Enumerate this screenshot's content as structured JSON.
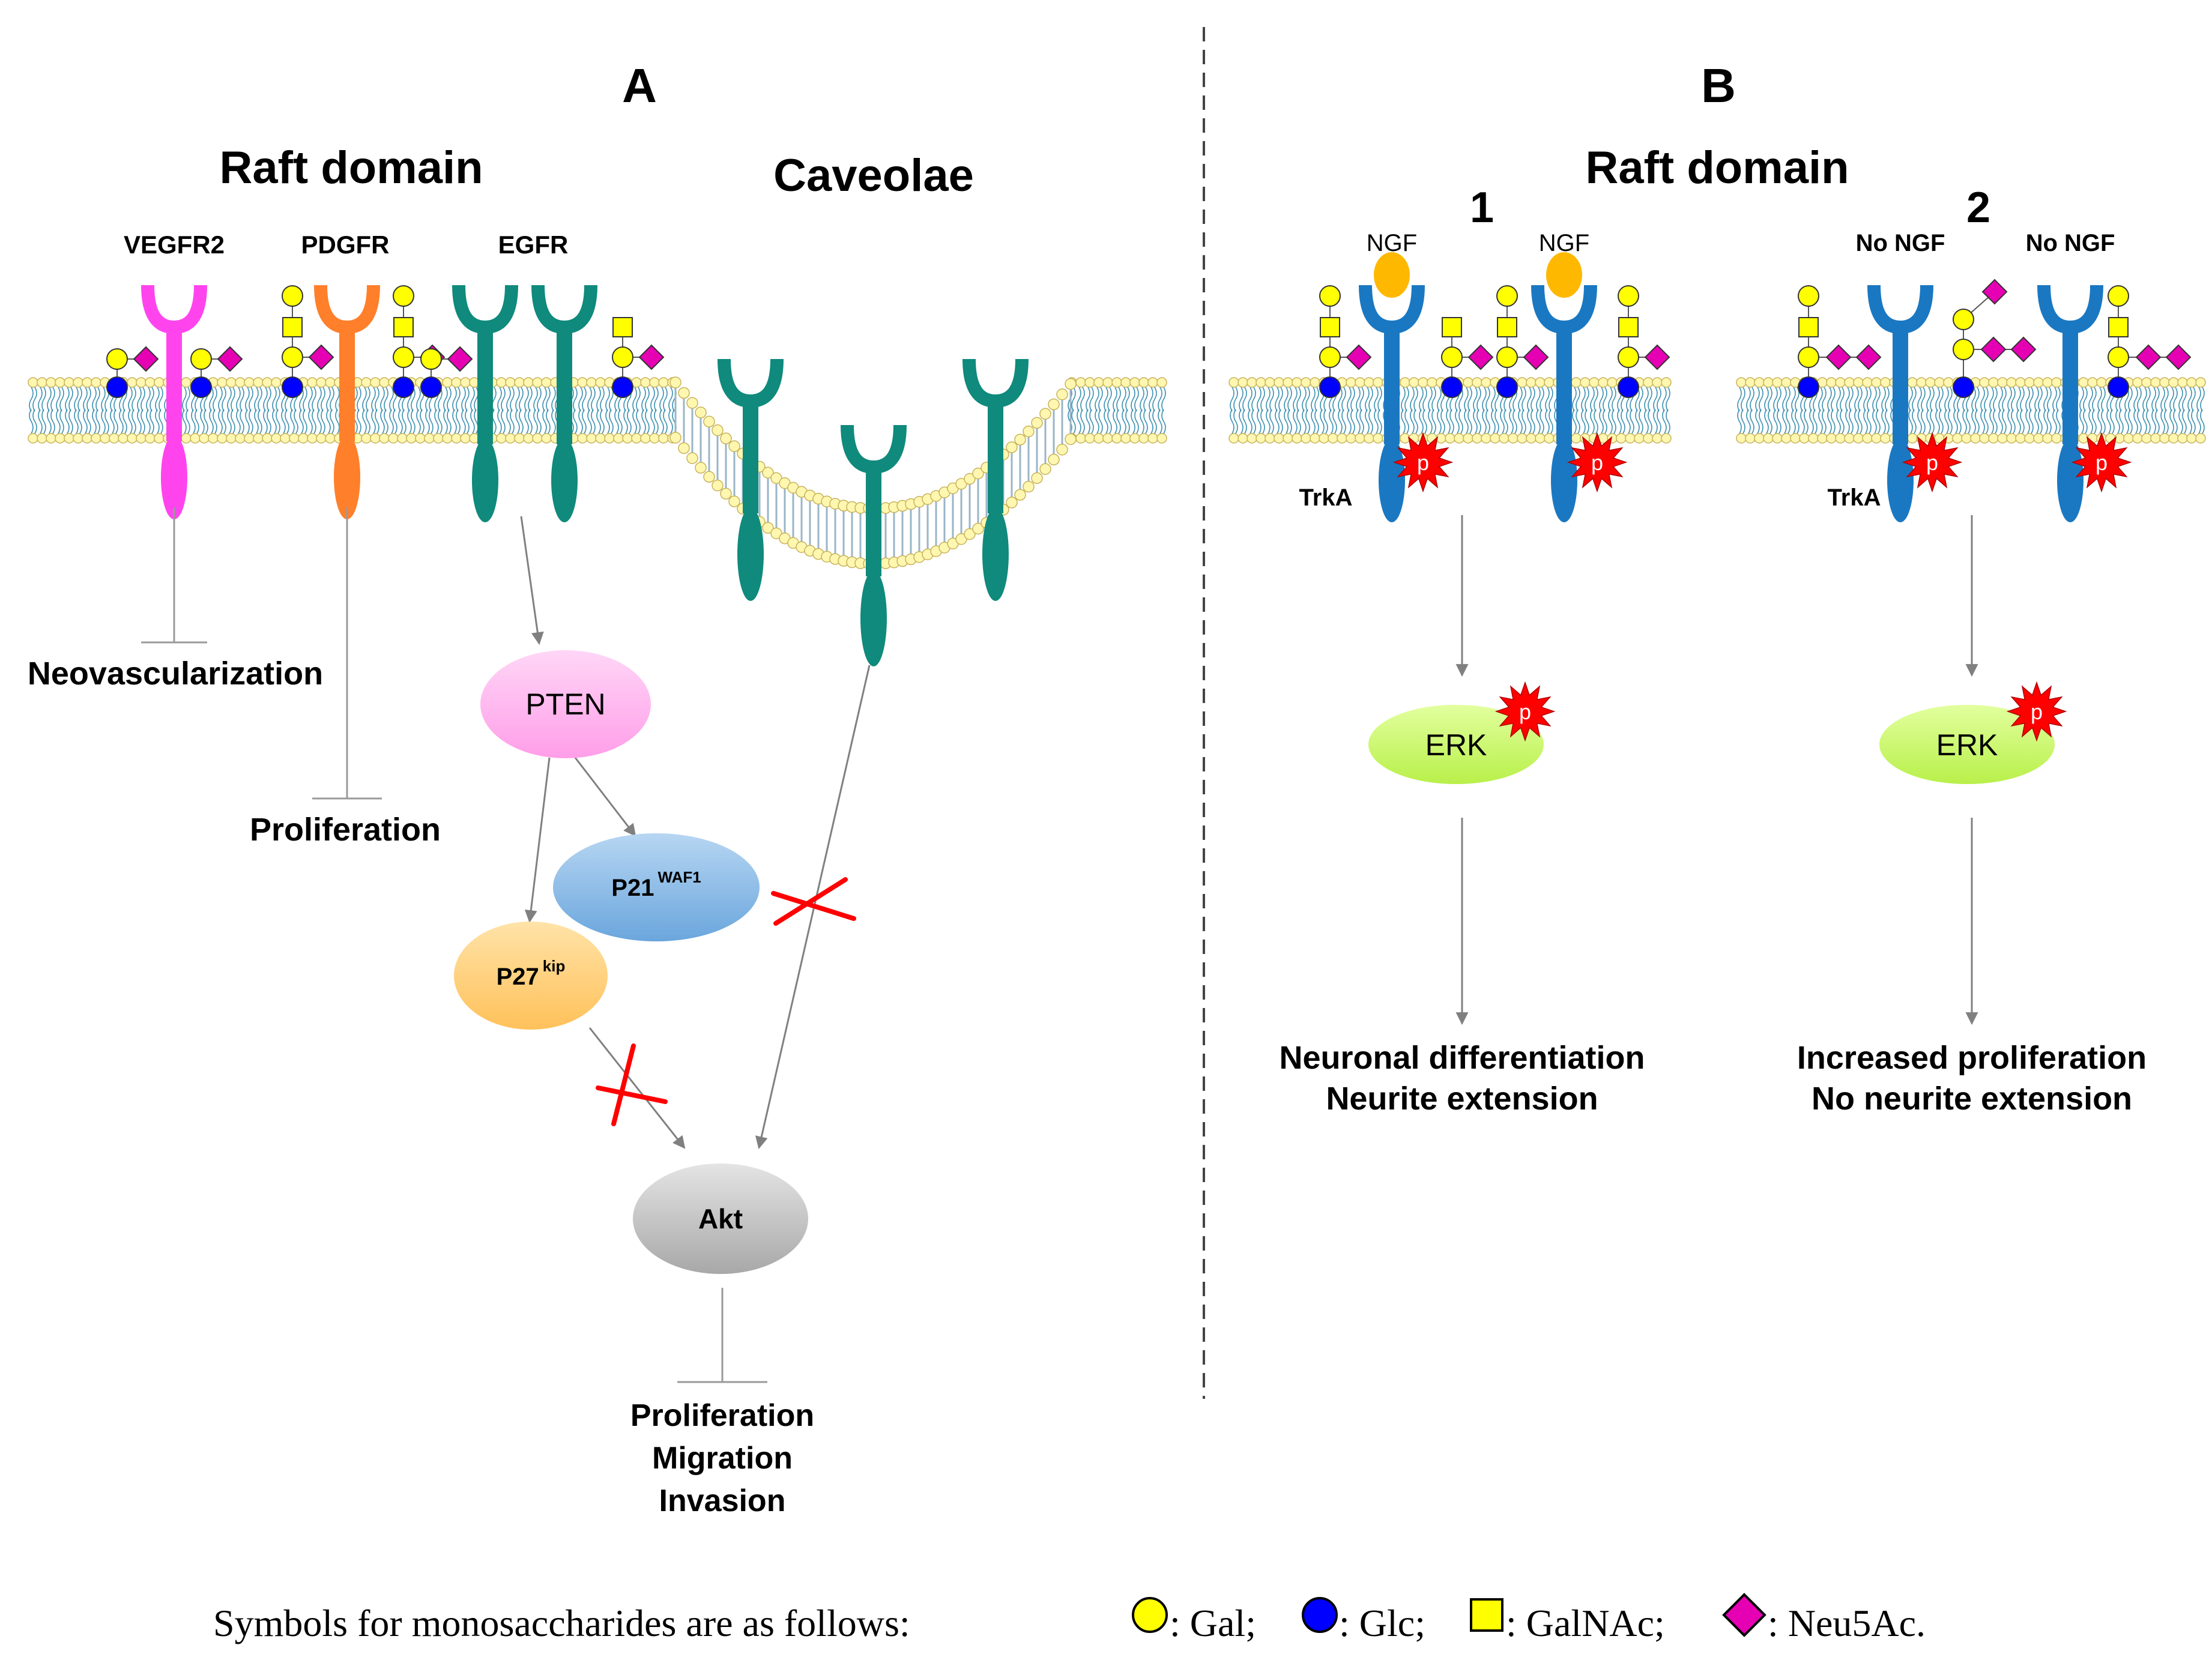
{
  "panels": {
    "a": {
      "letter": "A",
      "raft_title": "Raft domain",
      "caveolae_title": "Caveolae",
      "receptors": {
        "vegfr2": "VEGFR2",
        "pdgfr": "PDGFR",
        "egfr": "EGFR"
      },
      "outcomes": {
        "neovascularization": "Neovascularization",
        "proliferation": "Proliferation"
      },
      "nodes": {
        "pten": "PTEN",
        "p21": "P21",
        "p21_sup": "WAF1",
        "p27": "P27",
        "p27_sup": "kip",
        "akt": "Akt"
      },
      "akt_outcomes": [
        "Proliferation",
        "Migration",
        "Invasion"
      ]
    },
    "b": {
      "letter": "B",
      "raft_title": "Raft domain",
      "sub1": {
        "number": "1",
        "ligands": [
          "NGF",
          "NGF"
        ],
        "receptor": "TrkA",
        "erk": "ERK",
        "phospho": "p",
        "outcomes": [
          "Neuronal differentiation",
          "Neurite extension"
        ]
      },
      "sub2": {
        "number": "2",
        "ligands": [
          "No NGF",
          "No NGF"
        ],
        "receptor": "TrkA",
        "erk": "ERK",
        "phospho": "p",
        "outcomes": [
          "Increased proliferation",
          "No neurite extension"
        ]
      }
    }
  },
  "legend": {
    "prefix": "Symbols for monosaccharides are as follows:",
    "items": [
      {
        "label": ": Gal;",
        "symbol": "circle",
        "color": "#ffff00"
      },
      {
        "label": ": Glc;",
        "symbol": "circle",
        "color": "#0000ff"
      },
      {
        "label": ": GalNAc;",
        "symbol": "square",
        "color": "#ffff00"
      },
      {
        "label": ": Neu5Ac.",
        "symbol": "diamond",
        "color": "#e600b4"
      }
    ]
  },
  "colors": {
    "vegfr2": "#ff44ee",
    "pdgfr": "#ff7f2a",
    "egfr": "#0f8a7c",
    "trka": "#1a78c2",
    "pten": "#ffb8f2",
    "p21": "#8fc0ea",
    "p27": "#ffd27f",
    "akt": "#c8c8c8",
    "erk": "#ccff66",
    "ngf": "#ffb800",
    "phospho": "#ff0000",
    "inhibit_cross": "#ff0000"
  }
}
